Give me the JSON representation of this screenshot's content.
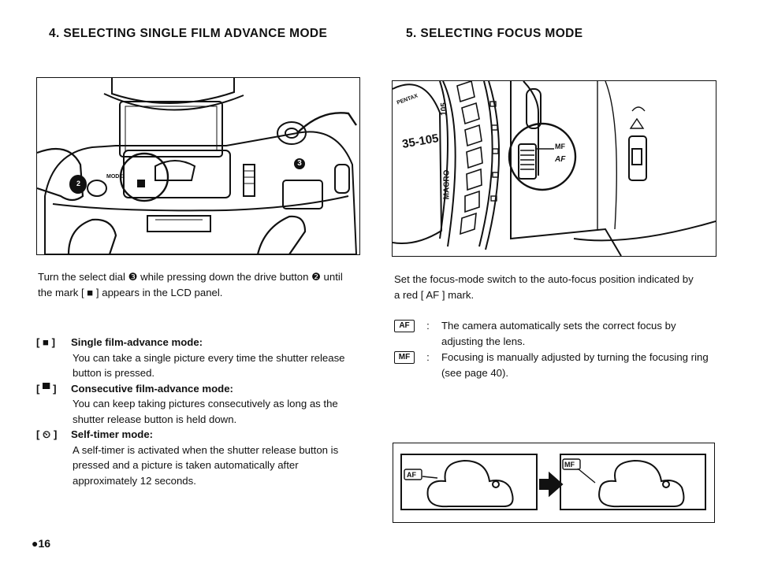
{
  "left": {
    "heading": "4. SELECTING SINGLE FILM ADVANCE MODE",
    "figure_labels": {
      "mode": "MODE",
      "callout_2": "2",
      "callout_3": "3"
    },
    "intro": "Turn the select dial ❸ while pressing down the drive button ❷ until the mark [ ■ ] appears in the LCD panel.",
    "modes": [
      {
        "symbol": "[ ■ ]",
        "title": "Single film-advance mode:",
        "description": "You can take a single picture every time the shutter release button is pressed."
      },
      {
        "symbol": "[ ▀ ]",
        "title": "Consecutive film-advance mode:",
        "description": "You can keep taking pictures consecutively as long as the shutter release button is held down."
      },
      {
        "symbol": "[ ⏲ ]",
        "title": "Self-timer mode:",
        "description": "A self-timer is activated when the shutter release button is pressed and a picture is taken automatically after approximately 12 seconds."
      }
    ]
  },
  "right": {
    "heading": "5. SELECTING FOCUS MODE",
    "figure_labels": {
      "brand": "PENTAX",
      "lens": "35-105",
      "macro": "MACRO",
      "mf": "MF",
      "af": "AF",
      "ring_105": "105"
    },
    "intro": "Set the focus-mode switch to the auto-focus position indicated by a red [ AF ] mark.",
    "focus_modes": [
      {
        "key": "AF",
        "colon": ":",
        "text": "The camera automatically sets the correct focus by adjusting the lens."
      },
      {
        "key": "MF",
        "colon": ":",
        "text": "Focusing is manually adjusted by turning the focusing ring (see page 40)."
      }
    ],
    "switch_figure": {
      "from_label": "AF",
      "to_label": "MF"
    }
  },
  "page_number": "●16",
  "colors": {
    "ink": "#111111",
    "paper": "#ffffff"
  }
}
